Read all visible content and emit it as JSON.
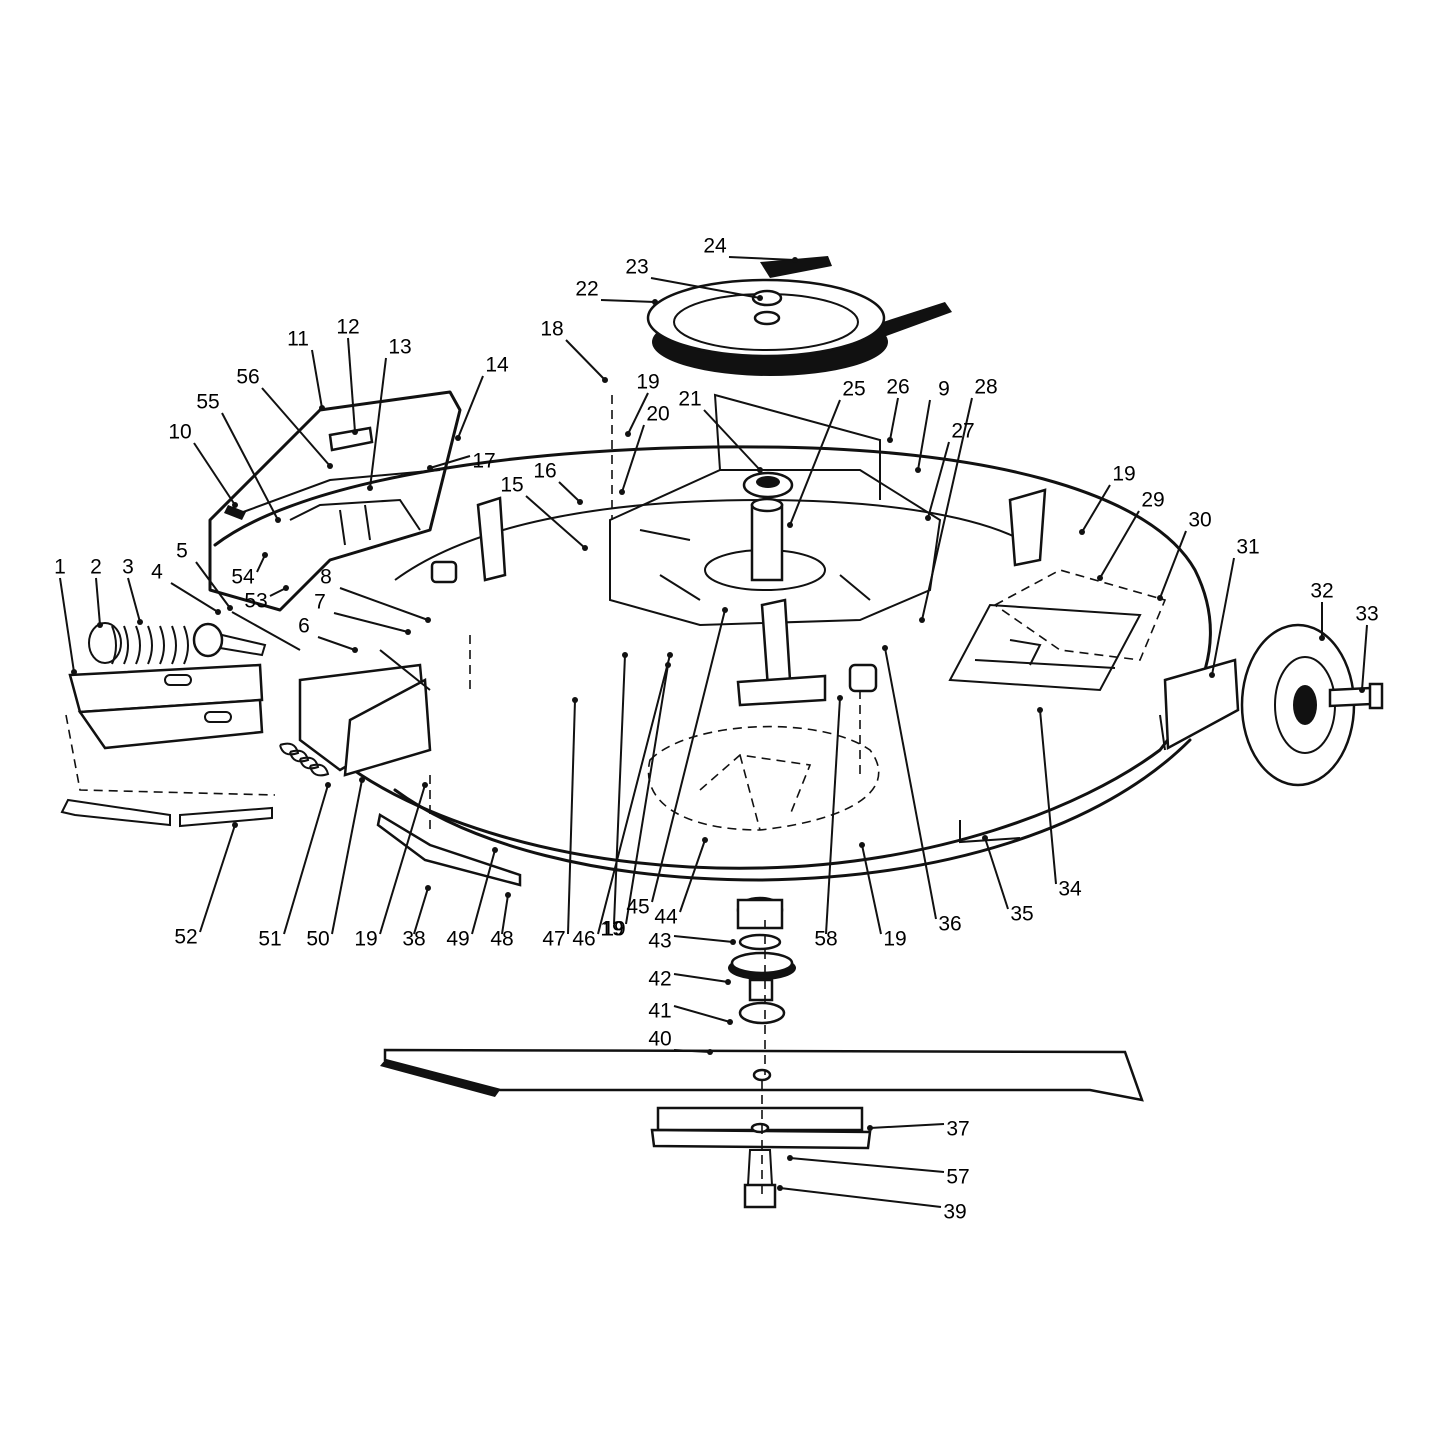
{
  "callouts": [
    {
      "n": "1"
    },
    {
      "n": "2"
    },
    {
      "n": "3"
    },
    {
      "n": "4"
    },
    {
      "n": "5"
    },
    {
      "n": "6"
    },
    {
      "n": "7"
    },
    {
      "n": "8"
    },
    {
      "n": "9"
    },
    {
      "n": "10"
    },
    {
      "n": "11"
    },
    {
      "n": "12"
    },
    {
      "n": "13"
    },
    {
      "n": "14"
    },
    {
      "n": "15"
    },
    {
      "n": "16"
    },
    {
      "n": "17"
    },
    {
      "n": "18"
    },
    {
      "n": "19"
    },
    {
      "n": "19"
    },
    {
      "n": "19"
    },
    {
      "n": "19"
    },
    {
      "n": "19"
    },
    {
      "n": "19"
    },
    {
      "n": "20"
    },
    {
      "n": "21"
    },
    {
      "n": "22"
    },
    {
      "n": "23"
    },
    {
      "n": "24"
    },
    {
      "n": "25"
    },
    {
      "n": "26"
    },
    {
      "n": "27"
    },
    {
      "n": "28"
    },
    {
      "n": "29"
    },
    {
      "n": "30"
    },
    {
      "n": "31"
    },
    {
      "n": "32"
    },
    {
      "n": "33"
    },
    {
      "n": "34"
    },
    {
      "n": "35"
    },
    {
      "n": "36"
    },
    {
      "n": "37"
    },
    {
      "n": "38"
    },
    {
      "n": "39"
    },
    {
      "n": "40"
    },
    {
      "n": "41"
    },
    {
      "n": "42"
    },
    {
      "n": "43"
    },
    {
      "n": "44"
    },
    {
      "n": "45"
    },
    {
      "n": "46"
    },
    {
      "n": "47"
    },
    {
      "n": "48"
    },
    {
      "n": "49"
    },
    {
      "n": "50"
    },
    {
      "n": "51"
    },
    {
      "n": "52"
    },
    {
      "n": "53"
    },
    {
      "n": "54"
    },
    {
      "n": "55"
    },
    {
      "n": "56"
    },
    {
      "n": "57"
    },
    {
      "n": "58"
    }
  ]
}
